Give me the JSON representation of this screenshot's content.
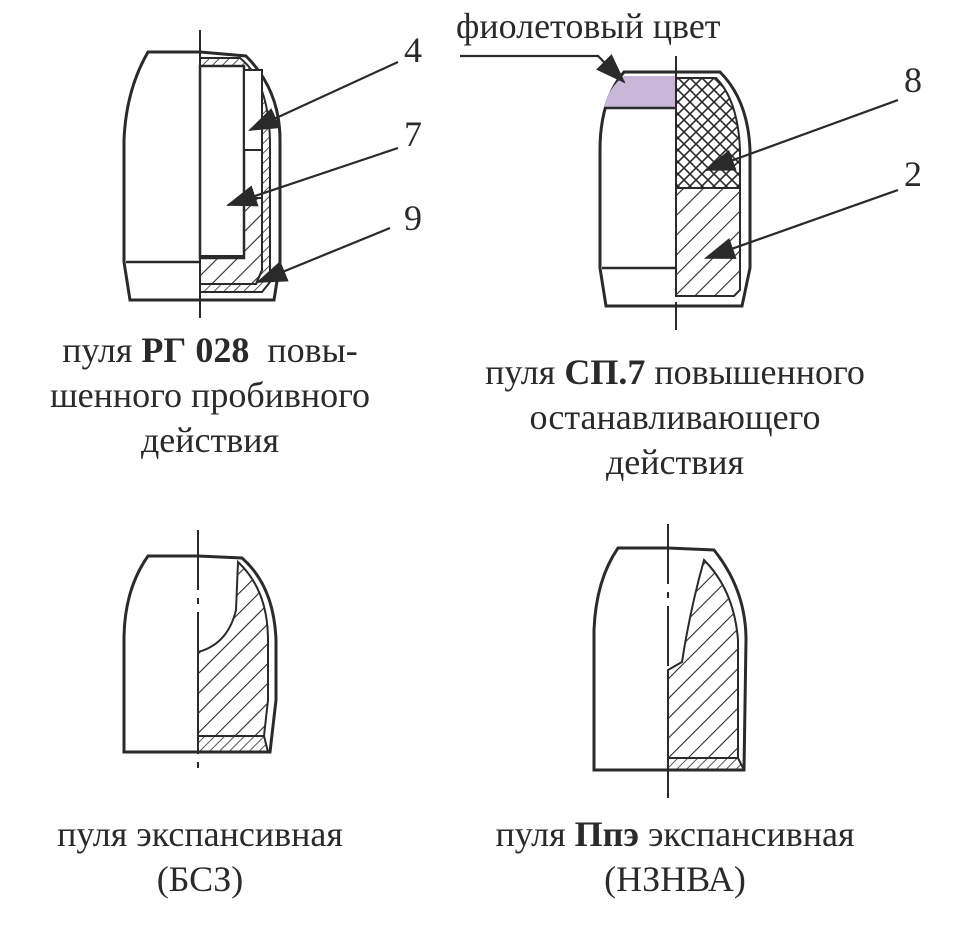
{
  "callouts": {
    "violet": "фиолетовый цвет",
    "n4": "4",
    "n7": "7",
    "n9": "9",
    "n8": "8",
    "n2": "2"
  },
  "colors": {
    "violet_tip": "#c8b7d6",
    "ink": "#2a2a2a"
  },
  "captions": {
    "rg028": {
      "pre": "пуля ",
      "bold": "РГ 028",
      "line1_post": "  повы-",
      "line2": "шенного пробивного",
      "line3": "действия"
    },
    "sp7": {
      "pre": "пуля ",
      "bold": "СП.7",
      "line1_post": " повышенного",
      "line2": "останавливающего",
      "line3": "действия"
    },
    "bsz": {
      "line1": "пуля экспансивная",
      "line2": "(БСЗ)"
    },
    "ppe": {
      "pre": "пуля ",
      "bold": "Ппэ",
      "line1_post": " экспансивная",
      "line2": "(НЗНВА)"
    }
  }
}
